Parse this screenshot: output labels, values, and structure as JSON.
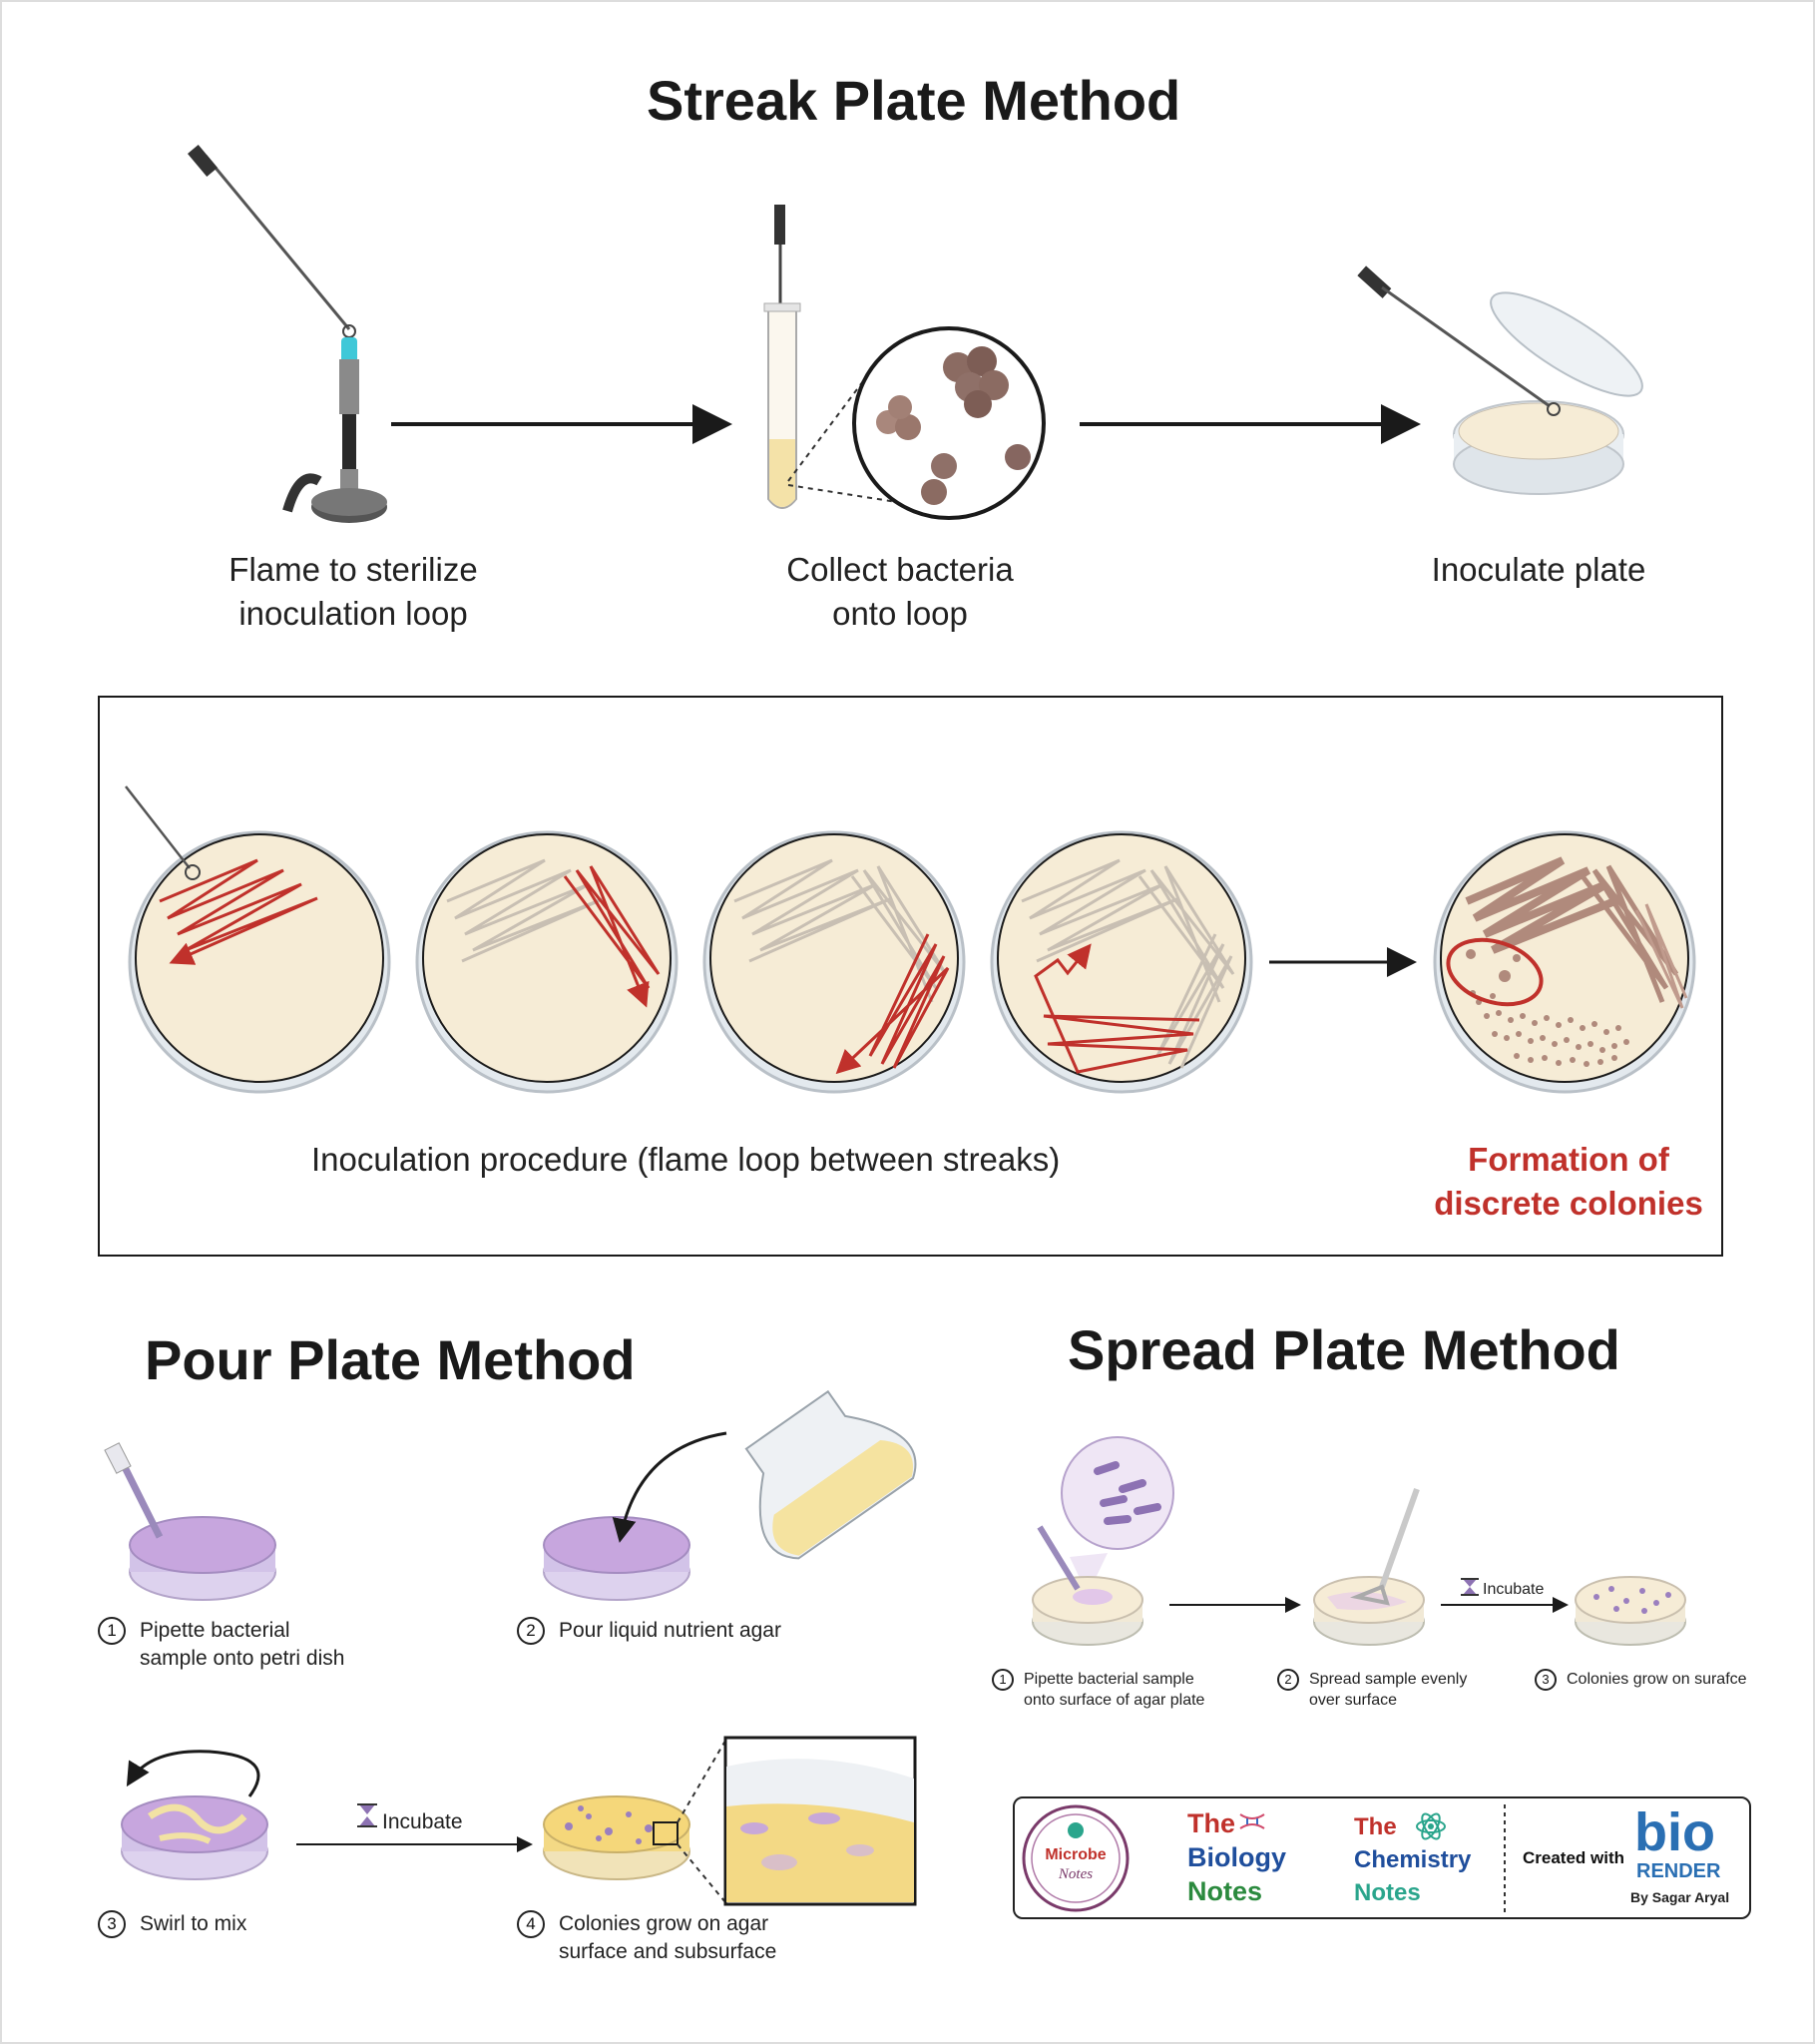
{
  "titles": {
    "streak": "Streak Plate Method",
    "pour": "Pour Plate Method",
    "spread": "Spread Plate Method"
  },
  "streak_steps": [
    {
      "line1": "Flame to sterilize",
      "line2": "inoculation loop"
    },
    {
      "line1": "Collect bacteria",
      "line2": "onto loop"
    },
    {
      "line1": "Inoculate plate",
      "line2": ""
    }
  ],
  "inoculation": {
    "caption": "Inoculation procedure (flame loop between streaks)",
    "result_line1": "Formation of",
    "result_line2": "discrete colonies"
  },
  "pour_steps": [
    {
      "number": "1",
      "line1": "Pipette bacterial",
      "line2": "sample onto petri dish"
    },
    {
      "number": "2",
      "line1": "Pour liquid nutrient agar",
      "line2": ""
    },
    {
      "number": "3",
      "line1": "Swirl to mix",
      "line2": ""
    },
    {
      "number": "4",
      "line1": "Colonies grow on agar",
      "line2": "surface and subsurface"
    }
  ],
  "pour_incubate": "Incubate",
  "spread_steps": [
    {
      "number": "1",
      "line1": "Pipette bacterial sample",
      "line2": "onto surface of agar plate"
    },
    {
      "number": "2",
      "line1": "Spread sample evenly",
      "line2": "over surface"
    },
    {
      "number": "3",
      "line1": "Colonies grow on surafce",
      "line2": ""
    }
  ],
  "spread_incubate": "Incubate",
  "logos": {
    "microbe_line1": "Microbe",
    "microbe_line2": "Notes",
    "biology": [
      "The",
      "Biology",
      "Notes"
    ],
    "chemistry": [
      "The",
      "Chemistry",
      "Notes"
    ],
    "created_with": "Created with",
    "bio": "bio",
    "render": "RENDER",
    "author": "By Sagar Aryal"
  },
  "colors": {
    "agar": "#f6ecd6",
    "streak": "#c0312b",
    "colony": "#a2776a",
    "purple": "#c7a6de",
    "yellow_agar": "#f5d77a"
  }
}
